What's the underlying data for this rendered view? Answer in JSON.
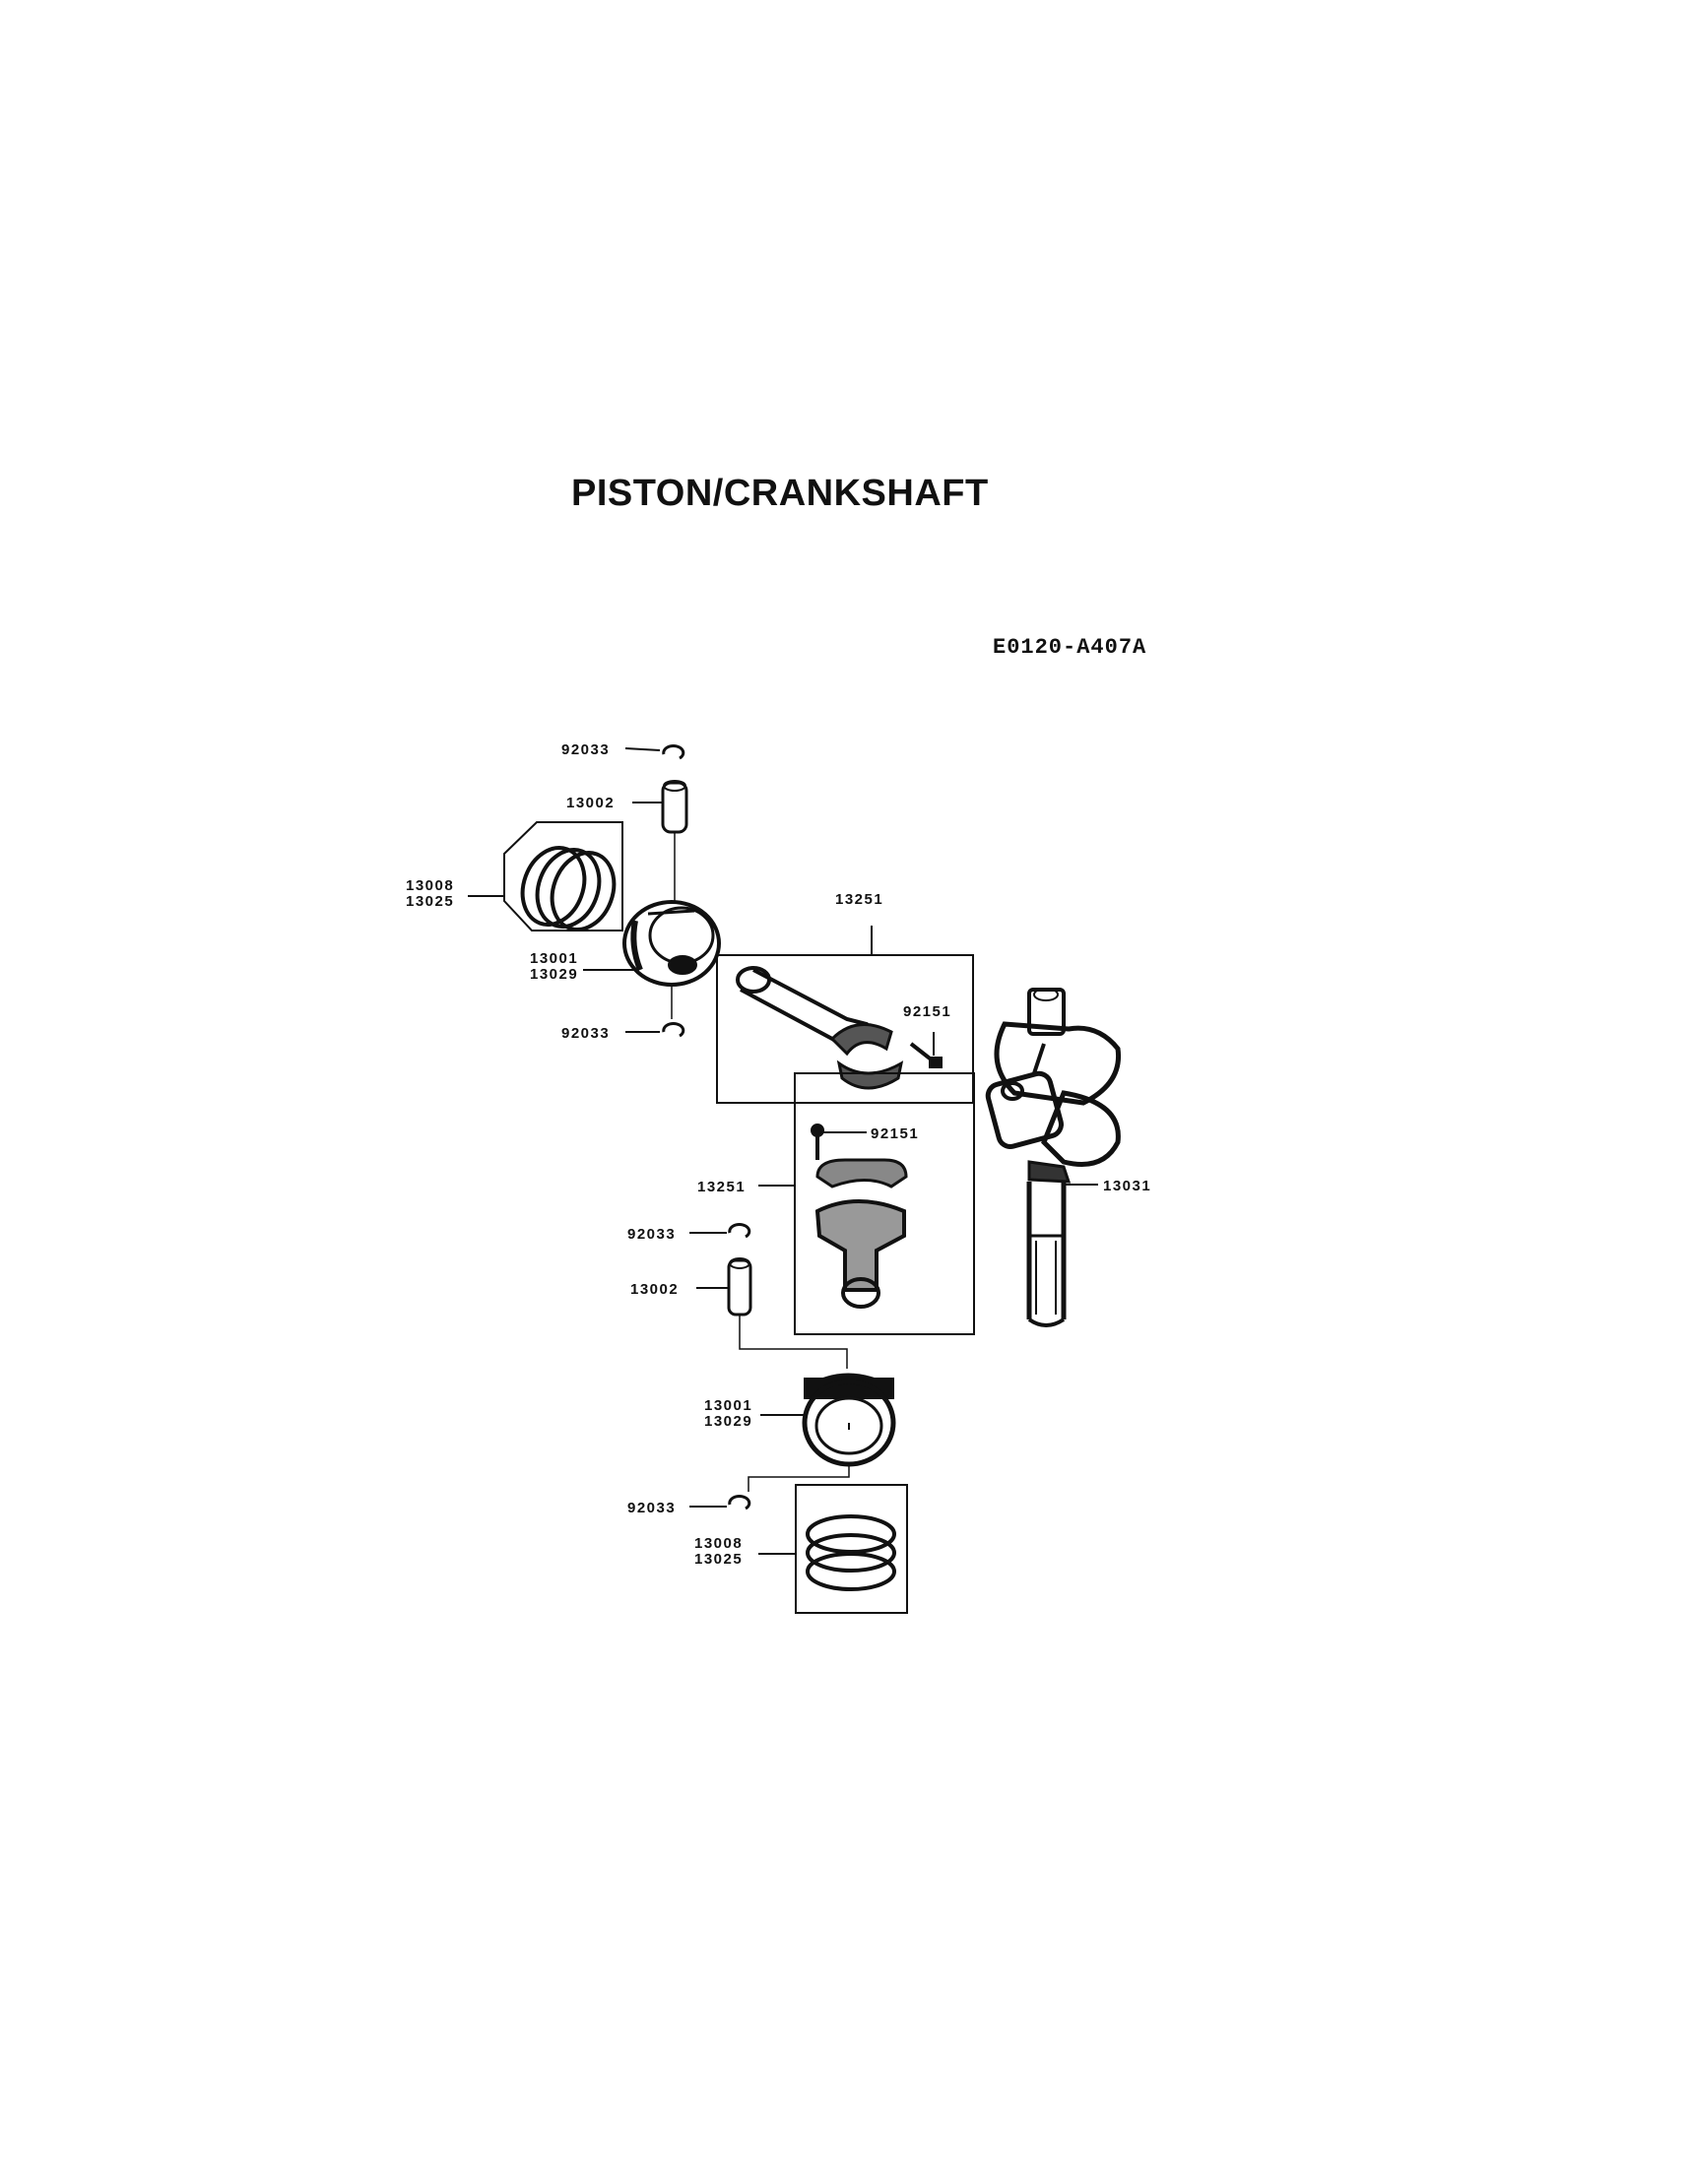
{
  "title": "PISTON/CRANKSHAFT",
  "diagram_code": "E0120-A407A",
  "labels": {
    "circlip_top_1": "92033",
    "pin_1": "13002",
    "rings_1": [
      "13008",
      "13025"
    ],
    "piston_1": [
      "13001",
      "13029"
    ],
    "circlip_bottom_1": "92033",
    "conrod_1": "13251",
    "bolt_1": "92151",
    "bolt_2": "92151",
    "conrod_2": "13251",
    "circlip_top_2": "92033",
    "pin_2": "13002",
    "piston_2": [
      "13001",
      "13029"
    ],
    "circlip_bottom_2": "92033",
    "rings_2": [
      "13008",
      "13025"
    ],
    "crankshaft": "13031"
  }
}
